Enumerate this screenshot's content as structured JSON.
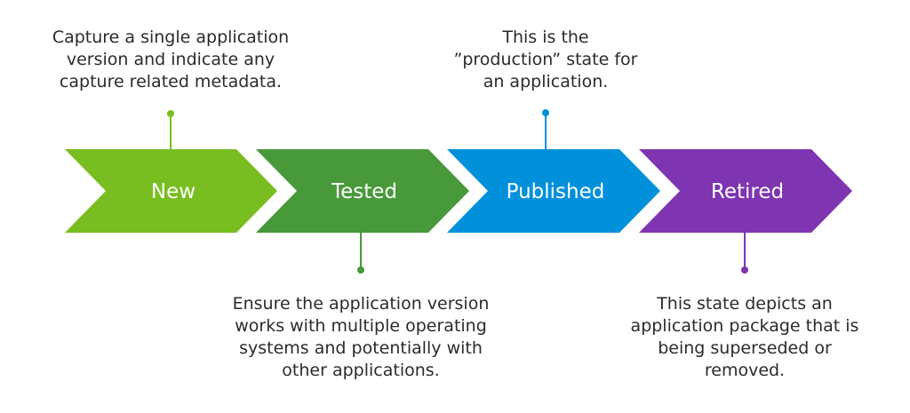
{
  "stages": [
    {
      "label": "New",
      "color": "#78be20"
    },
    {
      "label": "Tested",
      "color": "#47993a"
    },
    {
      "label": "Published",
      "color": "#0091da"
    },
    {
      "label": "Retired",
      "color": "#7f35b2"
    }
  ],
  "descriptions": {
    "new": [
      "Capture a single application",
      "version and indicate any",
      "capture related metadata."
    ],
    "tested": [
      "Ensure the application version",
      "works with multiple operating",
      "systems and potentially with",
      "other applications."
    ],
    "published": [
      "This is the",
      "”production” state for",
      "an application."
    ],
    "retired": [
      "This state depicts an",
      "application package that is",
      "being superseded or",
      "removed."
    ]
  }
}
